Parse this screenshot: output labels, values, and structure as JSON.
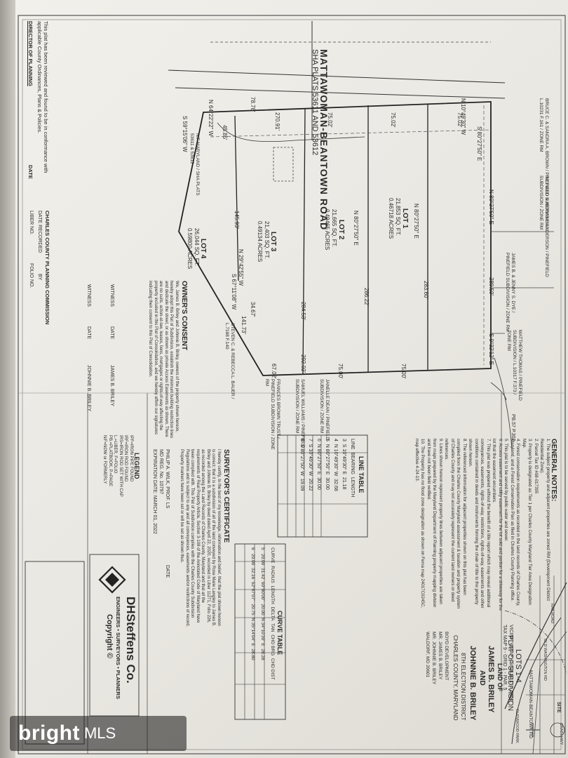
{
  "road": {
    "name": "MATTAWOMAN-BEANTOWN ROAD",
    "plats": "SHA PLATS 53611 AND 53612"
  },
  "lots": [
    {
      "name": "LOT 1",
      "sqft": "21,853 SQ. FT.",
      "acres": "0.46718 ACRES"
    },
    {
      "name": "LOT 2",
      "sqft": "21,665 SQ. FT.",
      "acres": "0.49465 ACRES"
    },
    {
      "name": "LOT 3",
      "sqft": "21,403 SQ. FT.",
      "acres": "0.49134 ACRES"
    },
    {
      "name": "LOT 4",
      "sqft": "26,044 SQ. FT.",
      "acres": "0.59800 ACRES"
    }
  ],
  "bearings": {
    "b1": "N 80°27'50\" E",
    "b2": "N 10°49'30\" W",
    "b3": "S 9°32'12\" E",
    "b4": "S 80°27'50\" E",
    "b5": "N 80°27'50\" E",
    "b6": "N 80°27'50\" E",
    "b7": "S 59°15'06\" W",
    "b8": "N 29°42'55\" W",
    "b9": "N 64°22'22\" W",
    "b10": "S 67°11'08\" W"
  },
  "distances": {
    "d1": "289.59'",
    "d2": "75.02'",
    "d3": "75.02'",
    "d4": "75.02'",
    "d5": "75.00'",
    "d6": "75.00'",
    "d7": "67.02'",
    "d8": "141.73'",
    "d9": "145.93'",
    "d10": "270.91'",
    "d11": "78.78'",
    "d12": "45.85'",
    "d13": "283.60'",
    "d14": "286.22'",
    "d15": "284.53'",
    "d16": "292.02'",
    "d17": "34.67'"
  },
  "adjoiners": [
    "BRUCE C. & SANDRA A. BROWN / PINEFIELD SUBDIVISION / L.10231 F.161 / ZONE RM",
    "RICHARD & HERMINE ANDERSON / PINEFIELD SUBDIVISION / ZONE RM",
    "JAMES B. & JENNY S. DYE / PINEFIELD SUBDIVISION / ZONE RM",
    "MATTHEW THOMAS / PINEFIELD SUBDIVISION / L.10317 F.373 / ZONE RM",
    "JANELLE DEAN / PINEFIELD SUBDIVISION / ZONE RM",
    "SAMUEL WILLIAMS / PINEFIELD SUBDIVISION / ZONE RM",
    "FRANCES BROWN TRUST / PINEFIELD SUBDIVISION / ZONE RM",
    "STEVEN C. & REBECCA L. BAUER / L.7188 F.140",
    "N/F MARYLAND / SHA PLATS 53611 & 53612"
  ],
  "pb_ref": "PB.57 P.302",
  "general_notes": {
    "heading": "GENERAL NOTES:",
    "items": [
      "1. The subject property and adjacent properties are zoned RM (Development District Residential Zone).",
      "2. Parcel Tax ID #08-017395",
      "3. Property is designated as Tier 1 per Charles County Maryland Tier Area Designation Map.",
      "4. Forest conservation requirements as recorded in the land records of Charles County, Maryland, and a Forest Conservation Plan as filed in Charles County Planning office.",
      "5. This plat is to be served by public water and sewer.",
      "6. Access easement and utility easement for the lot sold and portion for a driveway for the lot that the easement encumbers.",
      "7. This plat was prepared without the benefit of a title report which may reveal additional conveyances, easements, rights-of-way, restrictions, rights-of-way, easements and other conditions contained in deeds and instruments forming the chain of title to the property shown hereon.",
      "8. The referenced information for adjacent properties shown on this plat has been compiled from the Charles County Maryland assessment & taxation and property system of Charles County and may not accurately represent the current land owners or deed references.",
      "9. Lines shown hereon represent property lines between adjacent properties are taken from maps prepared by the Maryland Department of Planning property mapping division and have not been field verified.",
      "10. The Property has no flood zone designation as shown on Fema map 24017C0245C, map effective 4-24-13."
    ]
  },
  "line_table": {
    "title": "LINE TABLE",
    "headers": [
      "LINE",
      "BEARING",
      "LENGTH"
    ],
    "rows": [
      [
        "3",
        "S 10°49'30\" E",
        "21.18"
      ],
      [
        "4",
        "N 10°49'30\" W",
        "32.68"
      ],
      [
        "5",
        "N 80°27'50\" E",
        "30.00"
      ],
      [
        "6",
        "N 80°27'50\" E",
        "30.00"
      ],
      [
        "7",
        "S 10°49'30\" W",
        "20.22"
      ],
      [
        "8",
        "S 80°27'50\" W",
        "19.09"
      ]
    ]
  },
  "curve_table": {
    "title": "CURVE TABLE",
    "headers": [
      "CURVE",
      "RADIUS",
      "LENGTH",
      "DELTA",
      "TAN",
      "CHD BRG",
      "CHD DIST"
    ],
    "rows": [
      [
        "5",
        "20.00",
        "31.42",
        "90°00'00\"",
        "20.00",
        "N 34°10'30\" E",
        "28.28"
      ],
      [
        "6",
        "20.00",
        "32.16",
        "92°07'07\"",
        "20.75",
        "N 35°14'04\" E",
        "28.80"
      ]
    ]
  },
  "owners_consent": {
    "heading": "OWNER'S CONSENT",
    "text": "We, James B. Briley and Johnnie B. Briley, owners of the property shown hereon, hereby adopt this Plat of Subdivision, establish the minimum building restriction lines and dedicate the street, or as shown as private Access Easements as shown. There are no suits, action-at-law, leases, liens, mortgages or rights-of-way affecting the property included in this Plat of Consolidation, and we hereby affirm our signatures indicating their consent to this Plat of Consolidation.",
    "sig1": "JAMES B. BRILEY",
    "sig2": "JOHNNIE B. BRILEY",
    "witness": "WITNESS",
    "date": "DATE"
  },
  "surveyor": {
    "heading": "SURVEYOR'S CERTIFICATE",
    "text": "I hereby certify, to the best of my knowledge, information and belief, that the plat shown hereon is correct; that it is a subdivision of all of the land conveyed by Rose Marie Langley to James B. Briley and Johnnie B. Briley by deed dated April 22, 2020, recorded in Liber 11271, Folio 226, as recorded among the Land Records of Charles County, Maryland and that all the requirements of Real Property Article, Section 3-108 of the Annotated Code of Maryland have been complied with. This Plat of Subdivision complies with the Charles County Subdivision Regulations and is subject to any and all conveyances, easements and/or restrictions of record. Property markers have been set or will be set as shown thus.",
    "name": "PHILIP A. WILK, PROF. LS",
    "reg": "MD REG. No. 10797",
    "expiration": "EXPIRATION DATE: MARCH 01, 2022",
    "date": "DATE"
  },
  "planning": {
    "approval": "This plat has been reviewed and found to be in conformance with applicable County Ordinances, Plans & Policies.",
    "director": "DIRECTOR OF PLANNING",
    "date": "DATE",
    "commission": "CHARLES COUNTY PLANNING COMMISSION",
    "recorded": "DATE RECORDED",
    "by": "BY",
    "liber": "LIBER NO.",
    "folio": "FOLIO NO."
  },
  "legend": {
    "heading": "LEGEND",
    "items": [
      "IPF=IRON PIPE FOUND",
      "IRF=IRON ROD FOUND",
      "IRS=IRON ROD SET WITH CAP",
      "L.=LIBER",
      "F=FOLIO",
      "PB.=PLATBOOK",
      "P.=PAGE",
      "N/F=NOW or FORMERLY"
    ]
  },
  "firm": {
    "name": "DHSteffens Co.",
    "tagline": "ENGINEERS • SURVEYORS • PLANNERS",
    "copyright": "Copyright ©"
  },
  "title_block": {
    "lots": "LOTS 1-4",
    "type": "PLAT OF SUBDIVISION",
    "land_of": "LAND OF",
    "owner1": "JAMES B. BRILEY",
    "and": "AND",
    "owner2": "JOHNNIE B. BRILEY",
    "district": "8TH ELECTION DISTRICT",
    "county": "CHARLES COUNTY, MARYLAND",
    "prepared_for": "BOYD DEVELOPMENT",
    "client1": "MR. JAMES B. BRILEY",
    "client2": "MR. JOHNNIE B. BRILEY",
    "client3": "WALDORF, MD 20601"
  },
  "vicinity": {
    "caption": "VICINITY MAP - SCALE: 1\" = 2000'",
    "tax_map": "TAX MAP 9 - GRID 1 - PAR. 5",
    "roads": [
      "MATTAWOMAN-BEANTOWN RD",
      "OLD WASHINGTON RD",
      "RAILROAD",
      "CRAIN HWY",
      "GLENWOOD PARK"
    ],
    "site": "SITE"
  },
  "watermark": {
    "brand": "bright",
    "mls": "MLS"
  }
}
